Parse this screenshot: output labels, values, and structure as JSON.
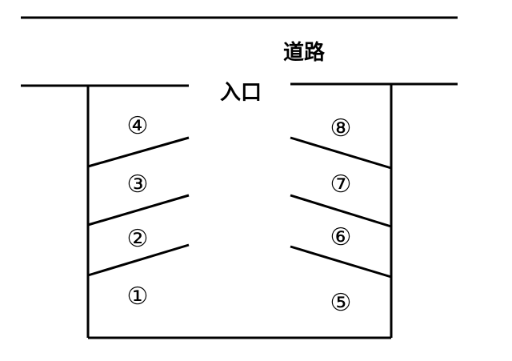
{
  "road_label": "道路",
  "entrance_label": "入口",
  "spaces": [
    {
      "id": "4",
      "label": "④"
    },
    {
      "id": "3",
      "label": "③"
    },
    {
      "id": "2",
      "label": "②"
    },
    {
      "id": "1",
      "label": "①"
    },
    {
      "id": "8",
      "label": "⑧"
    },
    {
      "id": "7",
      "label": "⑦"
    },
    {
      "id": "6",
      "label": "⑥"
    },
    {
      "id": "5",
      "label": "⑤"
    }
  ],
  "colors": {
    "line": "#000000",
    "background": "#ffffff"
  }
}
